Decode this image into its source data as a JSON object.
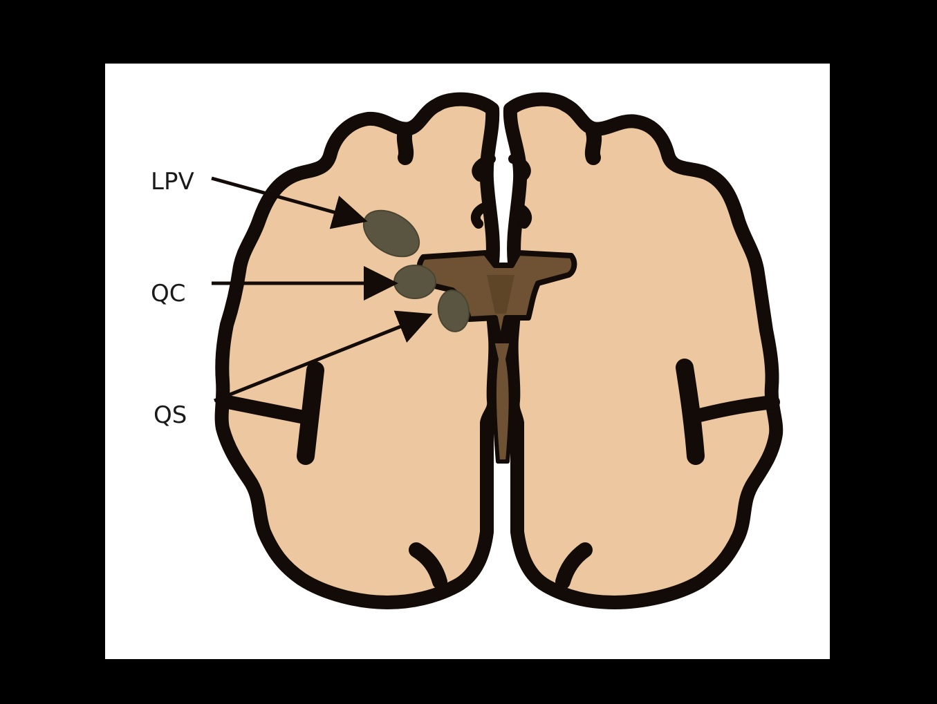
{
  "diagram": {
    "labels": {
      "lpv": "LPV",
      "qc": "QC",
      "qs": "QS"
    },
    "colors": {
      "background": "#000000",
      "panel": "#ffffff",
      "brain_fill": "#ecc7a0",
      "outline": "#120b07",
      "ventricle": "#6e5233",
      "lesion": "#5a5540"
    }
  }
}
